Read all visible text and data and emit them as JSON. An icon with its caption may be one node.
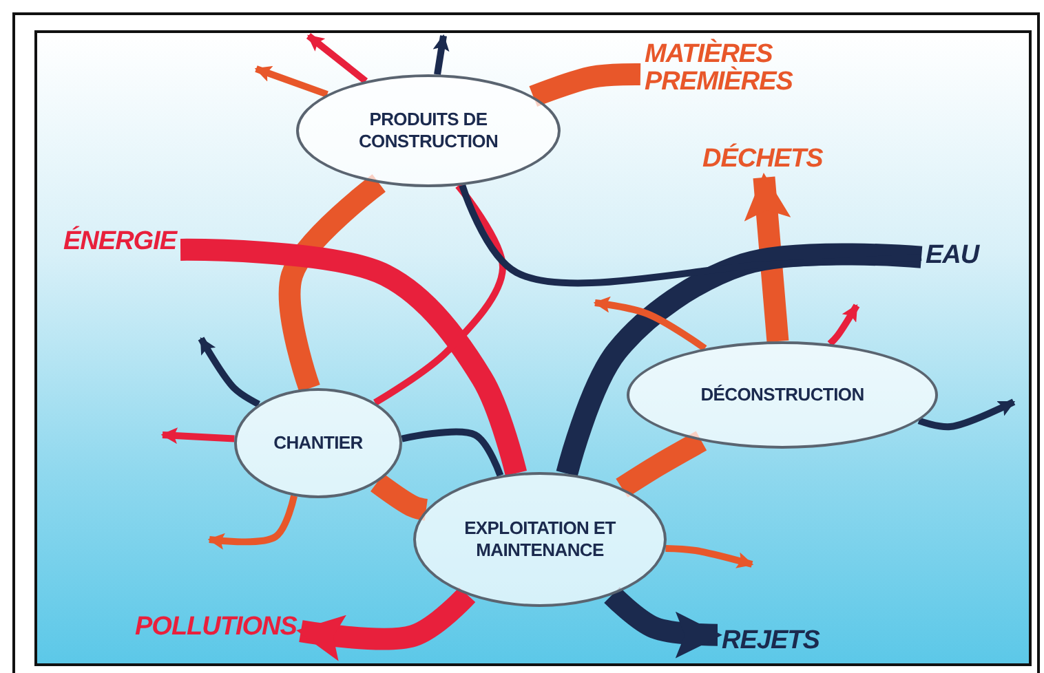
{
  "diagram": {
    "nodes": [
      {
        "text": [
          "PRODUITS DE CONSTRUCTION"
        ]
      },
      {
        "text": [
          "MATIÈRES PREMIÈRES"
        ]
      },
      {
        "text": [
          "DÉCHETS"
        ]
      },
      {
        "text": [
          "ÉNERGIE"
        ]
      },
      {
        "text": [
          "EAU"
        ]
      },
      {
        "text": [
          "DÉCONSTRUCTION"
        ]
      },
      {
        "text": [
          "CHANTIER"
        ]
      },
      {
        "text": [
          "EXPLOITATION ET MAINTENANCE"
        ]
      },
      {
        "text": [
          "POLLUTIONS"
        ]
      },
      {
        "text": [
          "REJETS"
        ]
      }
    ],
    "edges": [
      {
        "from": 1,
        "to": 0,
        "arrow": "none",
        "style": "thick"
      },
      {
        "from": 0,
        "to": 6,
        "arrow": "none",
        "style": "thick"
      },
      {
        "from": 6,
        "to": 7,
        "arrow": "none",
        "style": "thick"
      },
      {
        "from": 7,
        "to": 5,
        "arrow": "none",
        "style": "thick"
      },
      {
        "from": 5,
        "to": 2,
        "arrow": "to",
        "style": "thick"
      },
      {
        "from": 3,
        "to": 7,
        "arrow": "none",
        "style": "thick",
        "color": "#e8203c"
      },
      {
        "from": 7,
        "to": 8,
        "arrow": "to",
        "style": "thick",
        "color": "#e8203c"
      },
      {
        "from": 4,
        "to": 7,
        "arrow": "none",
        "style": "thick",
        "color": "#1b2a4e"
      },
      {
        "from": 7,
        "to": 9,
        "arrow": "to",
        "style": "thick",
        "color": "#1b2a4e"
      },
      {
        "from": 0,
        "to": 6,
        "arrow": "none",
        "color": "#e8203c"
      },
      {
        "from": 0,
        "to": 4,
        "arrow": "none",
        "color": "#1b2a4e"
      },
      {
        "from": 6,
        "to": 7,
        "arrow": "none",
        "color": "#1b2a4e"
      },
      {
        "from": 0,
        "to": null,
        "arrow": "to"
      },
      {
        "from": 0,
        "to": null,
        "arrow": "to",
        "color": "#e8203c"
      },
      {
        "from": 0,
        "to": null,
        "arrow": "to",
        "color": "#1b2a4e"
      },
      {
        "from": 6,
        "to": null,
        "arrow": "to",
        "color": "#1b2a4e"
      },
      {
        "from": 6,
        "to": null,
        "arrow": "to",
        "color": "#e8203c"
      },
      {
        "from": 6,
        "to": null,
        "arrow": "to"
      },
      {
        "from": 7,
        "to": null,
        "arrow": "to"
      },
      {
        "from": 5,
        "to": null,
        "arrow": "to",
        "color": "#1b2a4e"
      },
      {
        "from": 5,
        "to": null,
        "arrow": "to",
        "color": "#e8203c"
      },
      {
        "from": 5,
        "to": null,
        "arrow": "to"
      }
    ]
  }
}
